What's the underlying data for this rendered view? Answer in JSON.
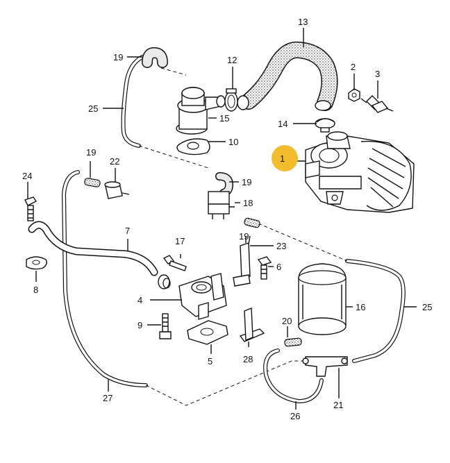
{
  "highlight_color": "#F2BC2E",
  "callouts": {
    "c1": "1",
    "c2": "2",
    "c3": "3",
    "c4": "4",
    "c5": "5",
    "c6": "6",
    "c7": "7",
    "c8": "8",
    "c9": "9",
    "c10": "10",
    "c12": "12",
    "c13": "13",
    "c14": "14",
    "c15": "15",
    "c16": "16",
    "c17": "17",
    "c18": "18",
    "c19a": "19",
    "c19b": "19",
    "c19c": "19",
    "c19d": "19",
    "c20": "20",
    "c21": "21",
    "c22": "22",
    "c23": "23",
    "c24": "24",
    "c25a": "25",
    "c25b": "25",
    "c26": "26",
    "c27": "27",
    "c28": "28"
  }
}
